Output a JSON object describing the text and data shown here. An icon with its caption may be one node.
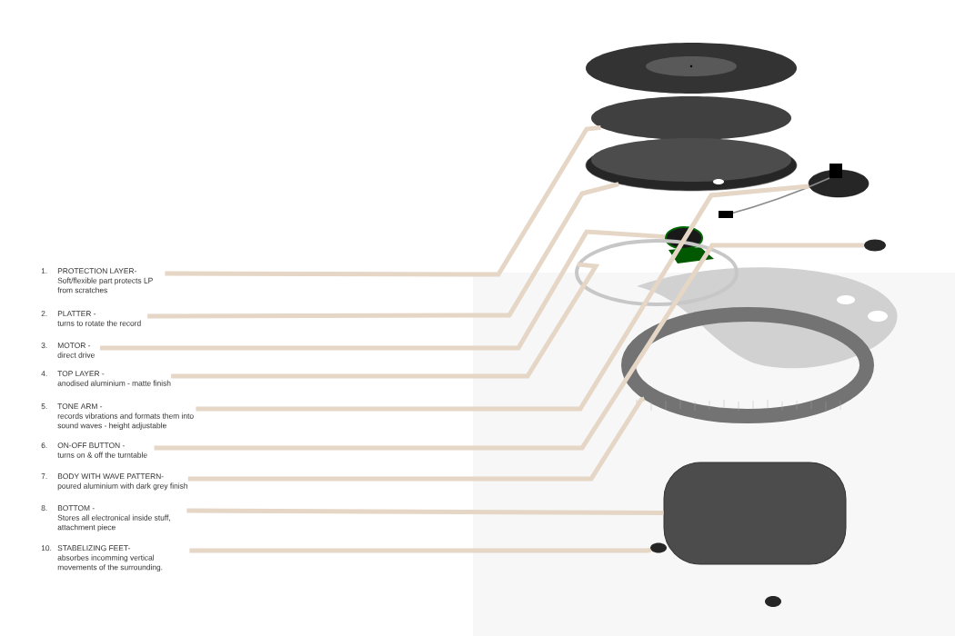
{
  "diagram": {
    "nodes": [
      {
        "text": [
          "1.",
          "PROTECTION LAYER-",
          "Soft/flexible part protects LP from scratches"
        ]
      },
      {
        "text": [
          "2.",
          "PLATTER -",
          "turns to rotate the record"
        ]
      },
      {
        "text": [
          "3.",
          "MOTOR -",
          "direct drive"
        ]
      },
      {
        "text": [
          "4.",
          "TOP LAYER -",
          "anodised aluminium - matte finish"
        ]
      },
      {
        "text": [
          "5.",
          "TONE ARM -",
          "records vibrations and formats them into sound waves - height adjustable"
        ]
      },
      {
        "text": [
          "6.",
          "ON-OFF BUTTON -",
          "turns on & off the turntable"
        ]
      },
      {
        "text": [
          "7.",
          "BODY WITH WAVE PATTERN-",
          "poured aluminium with dark grey finish"
        ]
      },
      {
        "text": [
          "8.",
          "BOTTOM -",
          "Stores all electronical inside stuff, attachment piece"
        ]
      },
      {
        "text": [
          "10.",
          "STABELIZING FEET-",
          "absorbes incomming vertical movements of the surrounding."
        ]
      },
      {
        "text": [],
        "shape": "circle"
      },
      {
        "text": [],
        "shape": "picture"
      },
      {
        "text": [],
        "shape": "picture"
      },
      {
        "text": [],
        "shape": "picture"
      },
      {
        "text": [],
        "shape": "picture"
      },
      {
        "text": [],
        "shape": "circle"
      },
      {
        "text": [],
        "shape": "picture"
      },
      {
        "text": [],
        "shape": "box"
      },
      {
        "text": [],
        "shape": "circle"
      }
    ],
    "edges": [
      {
        "from": 0,
        "to": 9,
        "arrow": "none"
      },
      {
        "from": 1,
        "to": 10,
        "arrow": "none"
      },
      {
        "from": 2,
        "to": 11,
        "arrow": "none"
      },
      {
        "from": 3,
        "to": 12,
        "arrow": "none"
      },
      {
        "from": 4,
        "to": 13,
        "arrow": "none"
      },
      {
        "from": 5,
        "to": 14,
        "arrow": "none"
      },
      {
        "from": 6,
        "to": 15,
        "arrow": "none"
      },
      {
        "from": 7,
        "to": 16,
        "arrow": "none"
      },
      {
        "from": 8,
        "to": 17,
        "arrow": "none"
      }
    ]
  }
}
